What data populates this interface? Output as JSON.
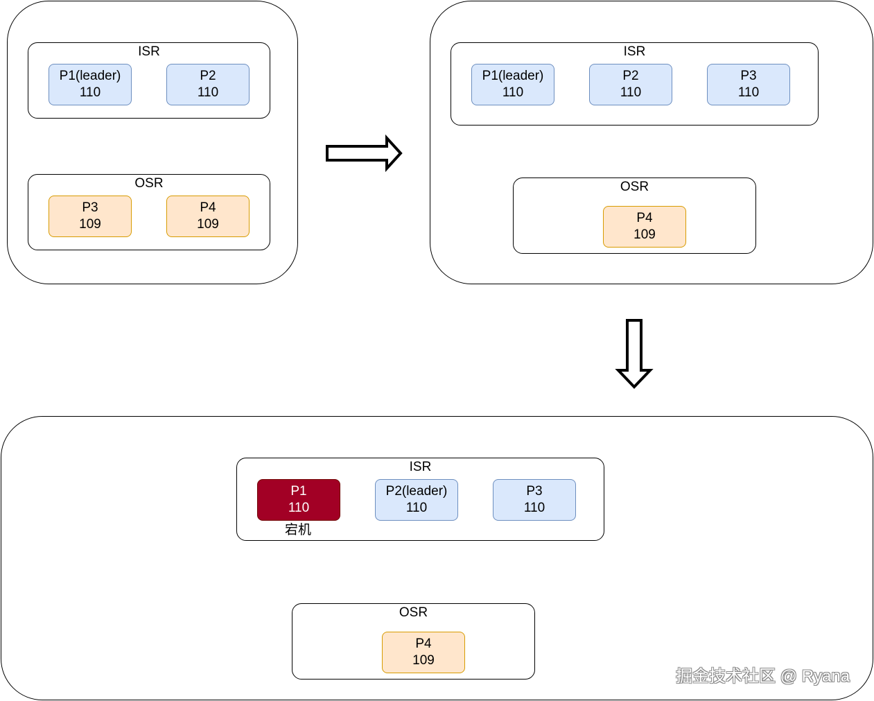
{
  "stage1": {
    "isr": {
      "label": "ISR",
      "nodes": [
        {
          "name": "P1(leader)",
          "offset": "110"
        },
        {
          "name": "P2",
          "offset": "110"
        }
      ]
    },
    "osr": {
      "label": "OSR",
      "nodes": [
        {
          "name": "P3",
          "offset": "109"
        },
        {
          "name": "P4",
          "offset": "109"
        }
      ]
    }
  },
  "stage2": {
    "isr": {
      "label": "ISR",
      "nodes": [
        {
          "name": "P1(leader)",
          "offset": "110"
        },
        {
          "name": "P2",
          "offset": "110"
        },
        {
          "name": "P3",
          "offset": "110"
        }
      ]
    },
    "osr": {
      "label": "OSR",
      "nodes": [
        {
          "name": "P4",
          "offset": "109"
        }
      ]
    }
  },
  "stage3": {
    "isr": {
      "label": "ISR",
      "nodes": [
        {
          "name": "P1",
          "offset": "110",
          "status": "down"
        },
        {
          "name": "P2(leader)",
          "offset": "110"
        },
        {
          "name": "P3",
          "offset": "110"
        }
      ]
    },
    "osr": {
      "label": "OSR",
      "nodes": [
        {
          "name": "P4",
          "offset": "109"
        }
      ]
    },
    "down_caption": "宕机"
  },
  "colors": {
    "isr_fill": "#dae8fc",
    "isr_stroke": "#6c8ebf",
    "osr_fill": "#ffe6cc",
    "osr_stroke": "#d79b00",
    "down_fill": "#a20025"
  },
  "watermark": "掘金技术社区 @ Ryana"
}
